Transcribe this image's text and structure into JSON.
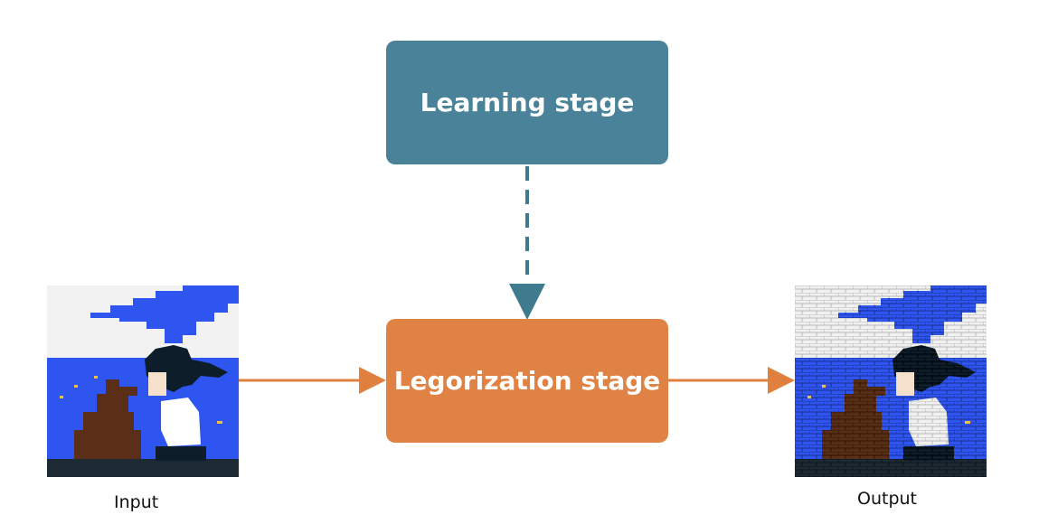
{
  "diagram": {
    "learning_stage_label": "Learning stage",
    "legorization_stage_label": "Legorization stage",
    "input_caption": "Input",
    "output_caption": "Output"
  },
  "colors": {
    "learning_box": "#4a8399",
    "legorization_box": "#e08243",
    "arrow_orange": "#e0803f",
    "arrow_teal": "#3e7b8e",
    "sky_blue": "#2f55f0",
    "cloud_white": "#f2f2f2",
    "ground_dark": "#1e2a33",
    "dog_brown": "#5a2e17",
    "hair_dark": "#0d1d2a"
  }
}
